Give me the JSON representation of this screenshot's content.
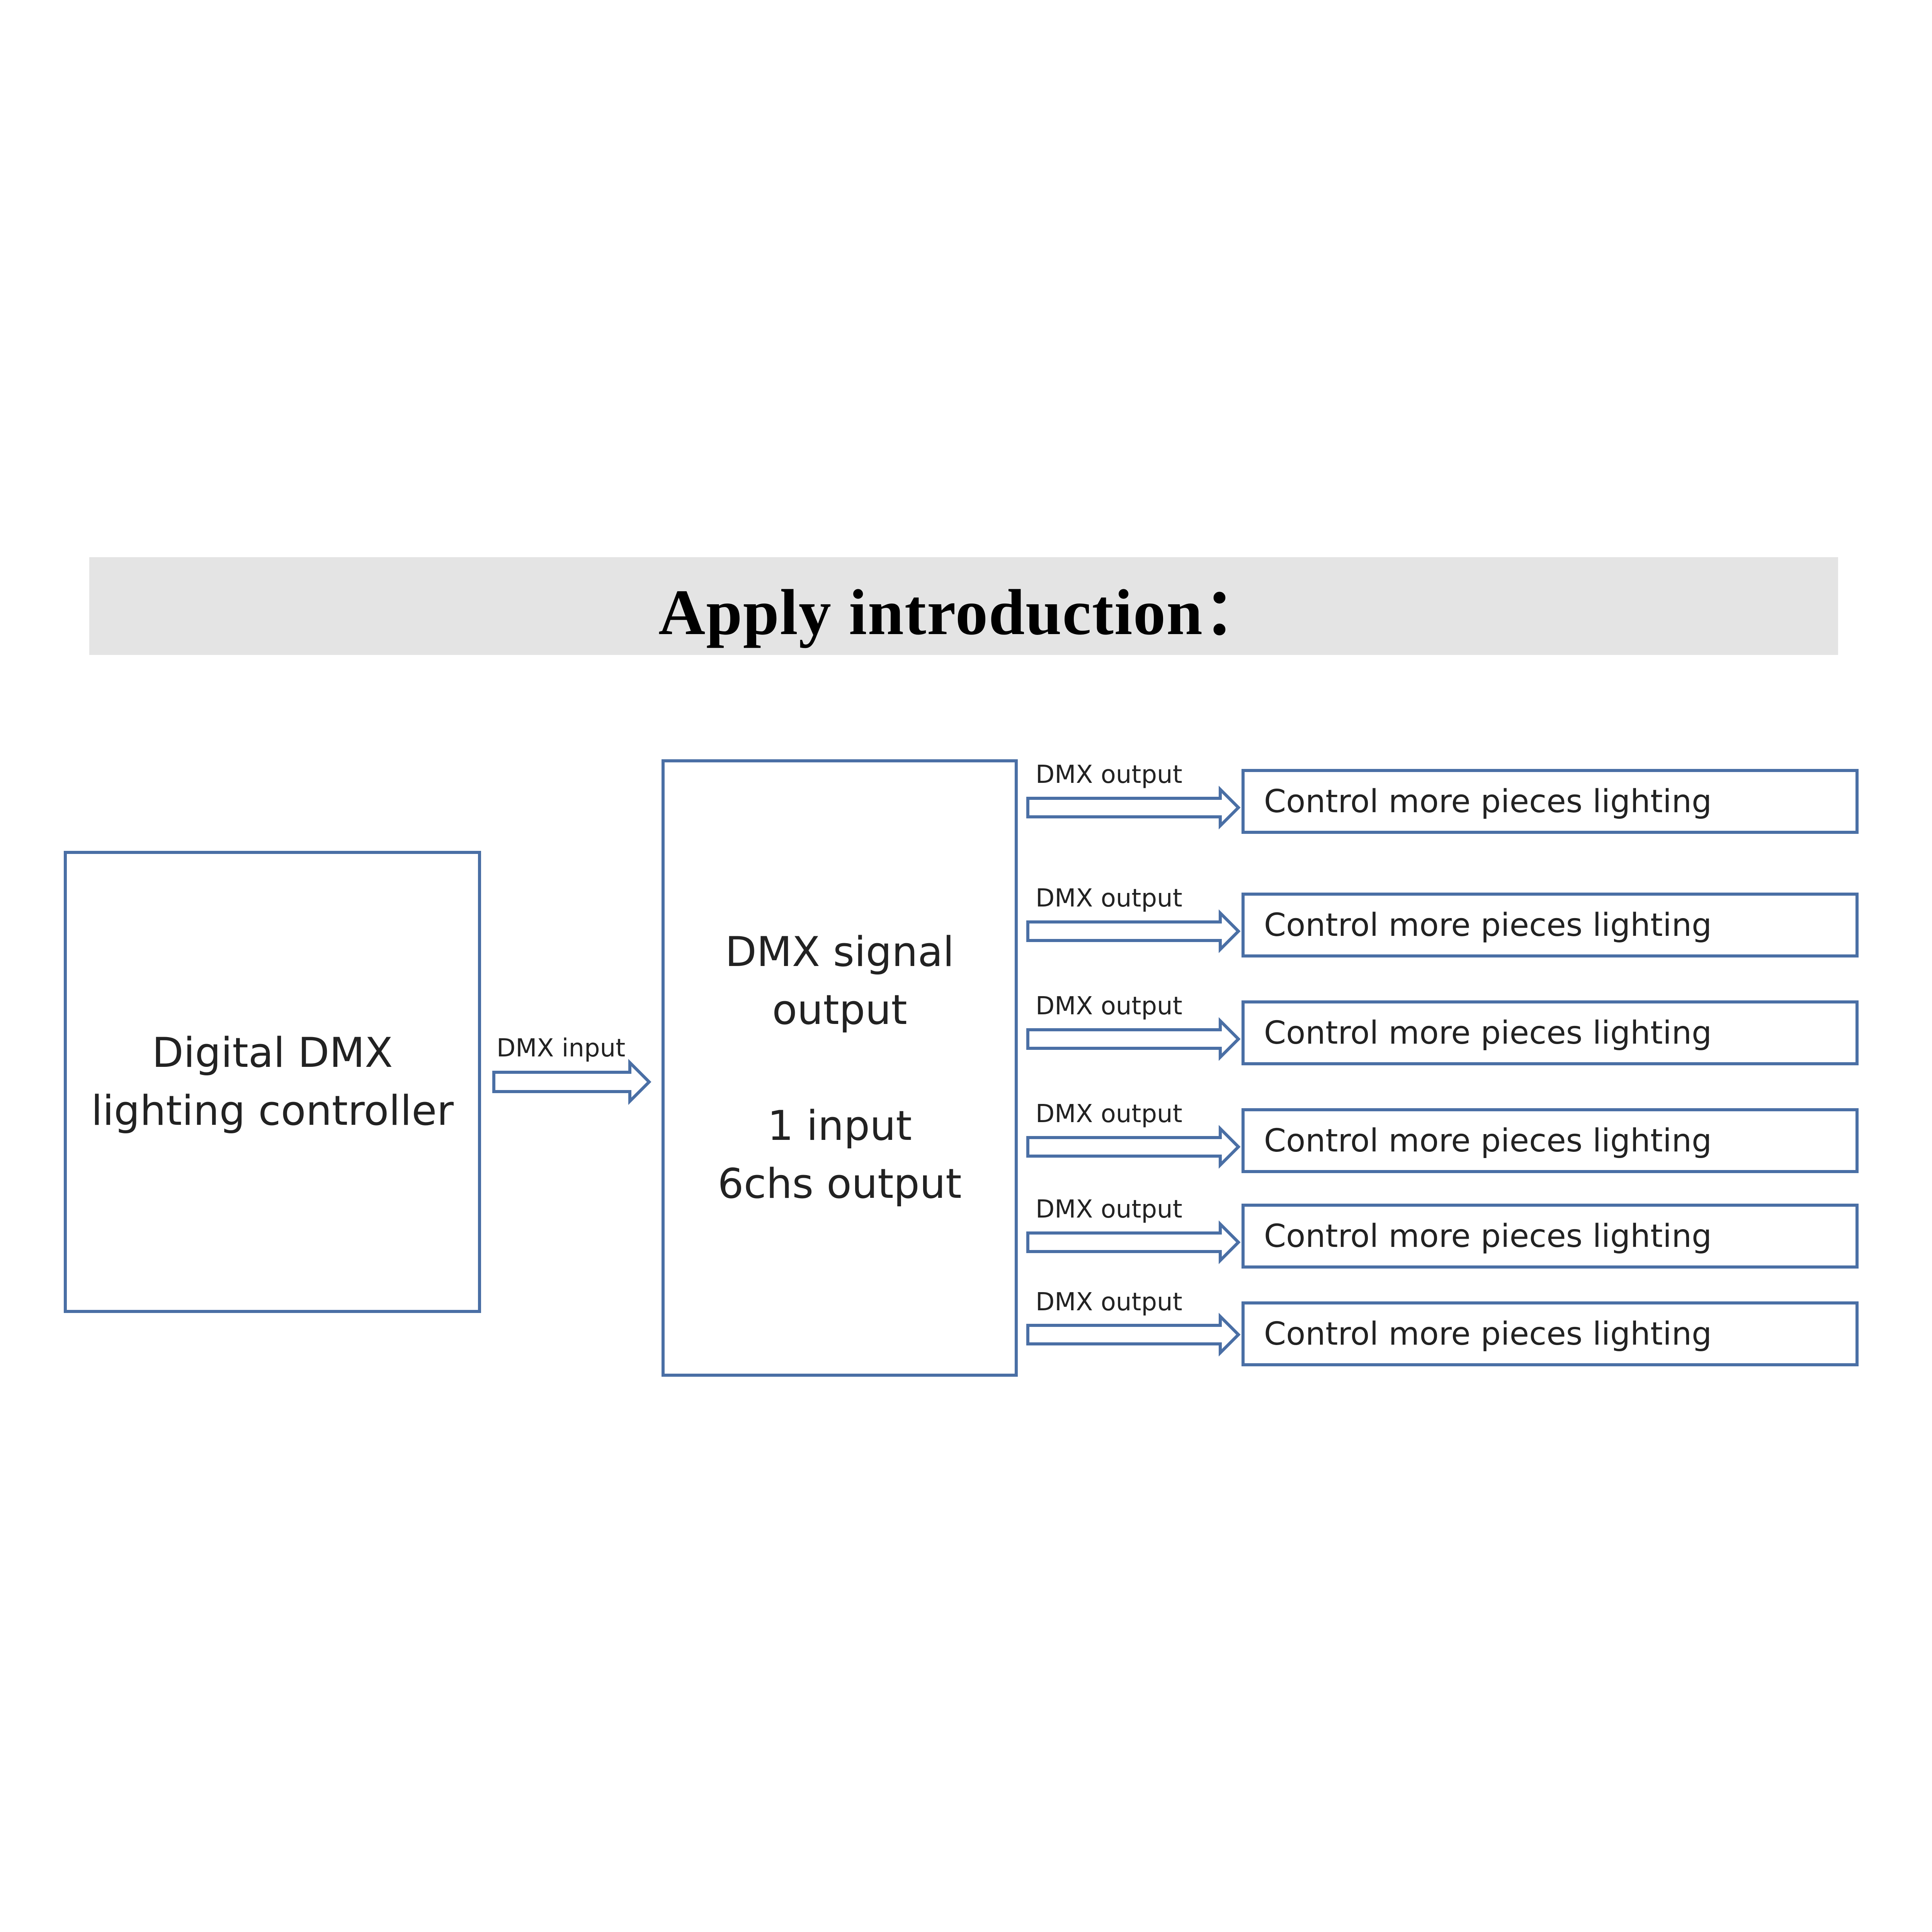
{
  "title": "Apply introduction：",
  "controller": {
    "line1": "Digital DMX",
    "line2": "lighting controller"
  },
  "input_label": "DMX input",
  "splitter": {
    "line1": "DMX signal",
    "line2": "output",
    "line3": "1 input",
    "line4": "6chs output"
  },
  "outputs": [
    {
      "label": "DMX output",
      "target": "Control more pieces lighting"
    },
    {
      "label": "DMX output",
      "target": "Control more pieces lighting"
    },
    {
      "label": "DMX output",
      "target": "Control more pieces lighting"
    },
    {
      "label": "DMX output",
      "target": "Control more pieces lighting"
    },
    {
      "label": "DMX output",
      "target": "Control more pieces lighting"
    },
    {
      "label": "DMX output",
      "target": "Control more pieces lighting"
    }
  ],
  "colors": {
    "box_border": "#4a6fa5",
    "title_band": "#e4e4e4"
  }
}
